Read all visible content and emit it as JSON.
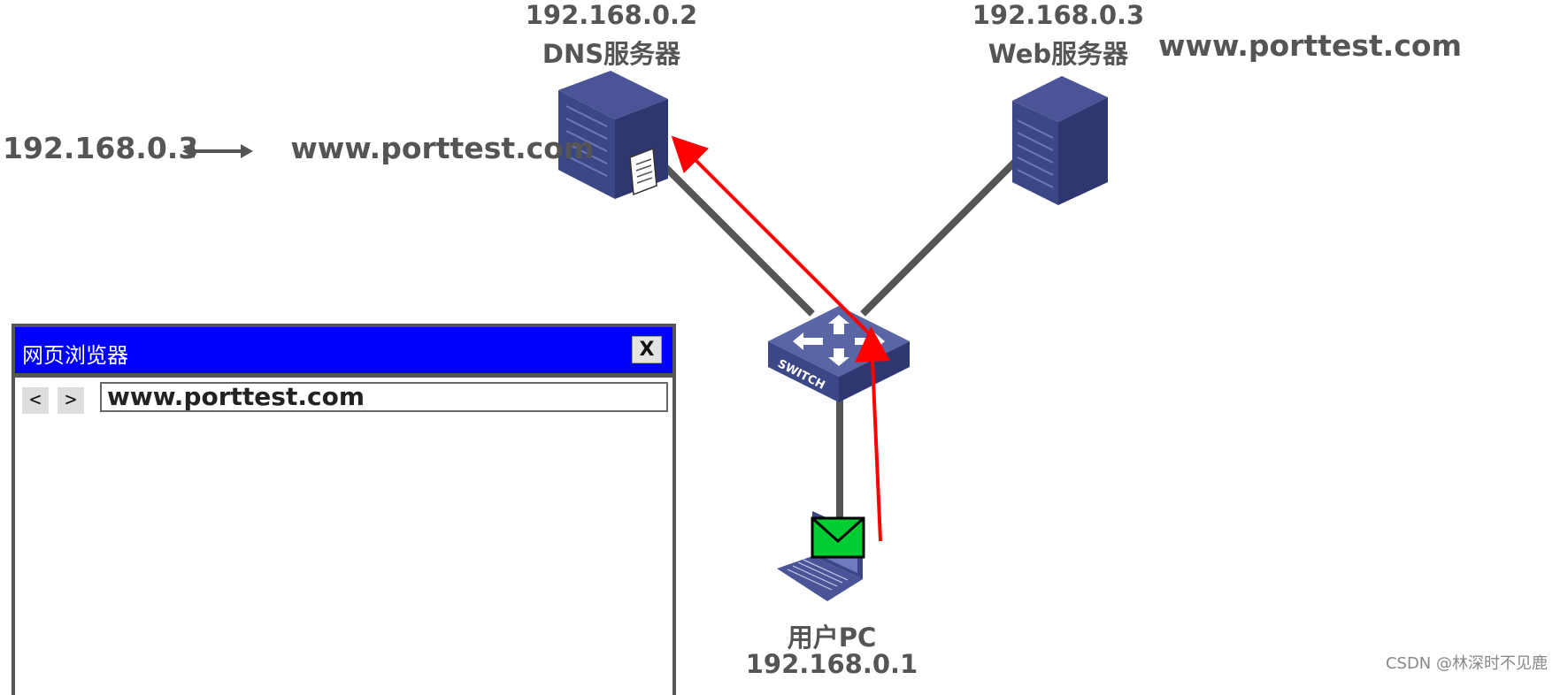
{
  "dns_server": {
    "ip": "192.168.0.2",
    "name": "DNS服务器"
  },
  "web_server": {
    "ip": "192.168.0.3",
    "name": "Web服务器",
    "domain": "www.porttest.com"
  },
  "dns_record": {
    "ip": "192.168.0.3",
    "domain": "www.porttest.com"
  },
  "switch": {
    "label": "SWITCH"
  },
  "user_pc": {
    "name": "用户PC",
    "ip": "192.168.0.1"
  },
  "browser": {
    "title": "网页浏览器",
    "close_label": "X",
    "back_label": "<",
    "forward_label": ">",
    "address": "www.porttest.com"
  },
  "watermark": "CSDN @林深时不见鹿",
  "colors": {
    "arrow": "#ff0000",
    "link": "#555555",
    "browser_titlebar": "#0000ff",
    "envelope": "#00cc33"
  }
}
